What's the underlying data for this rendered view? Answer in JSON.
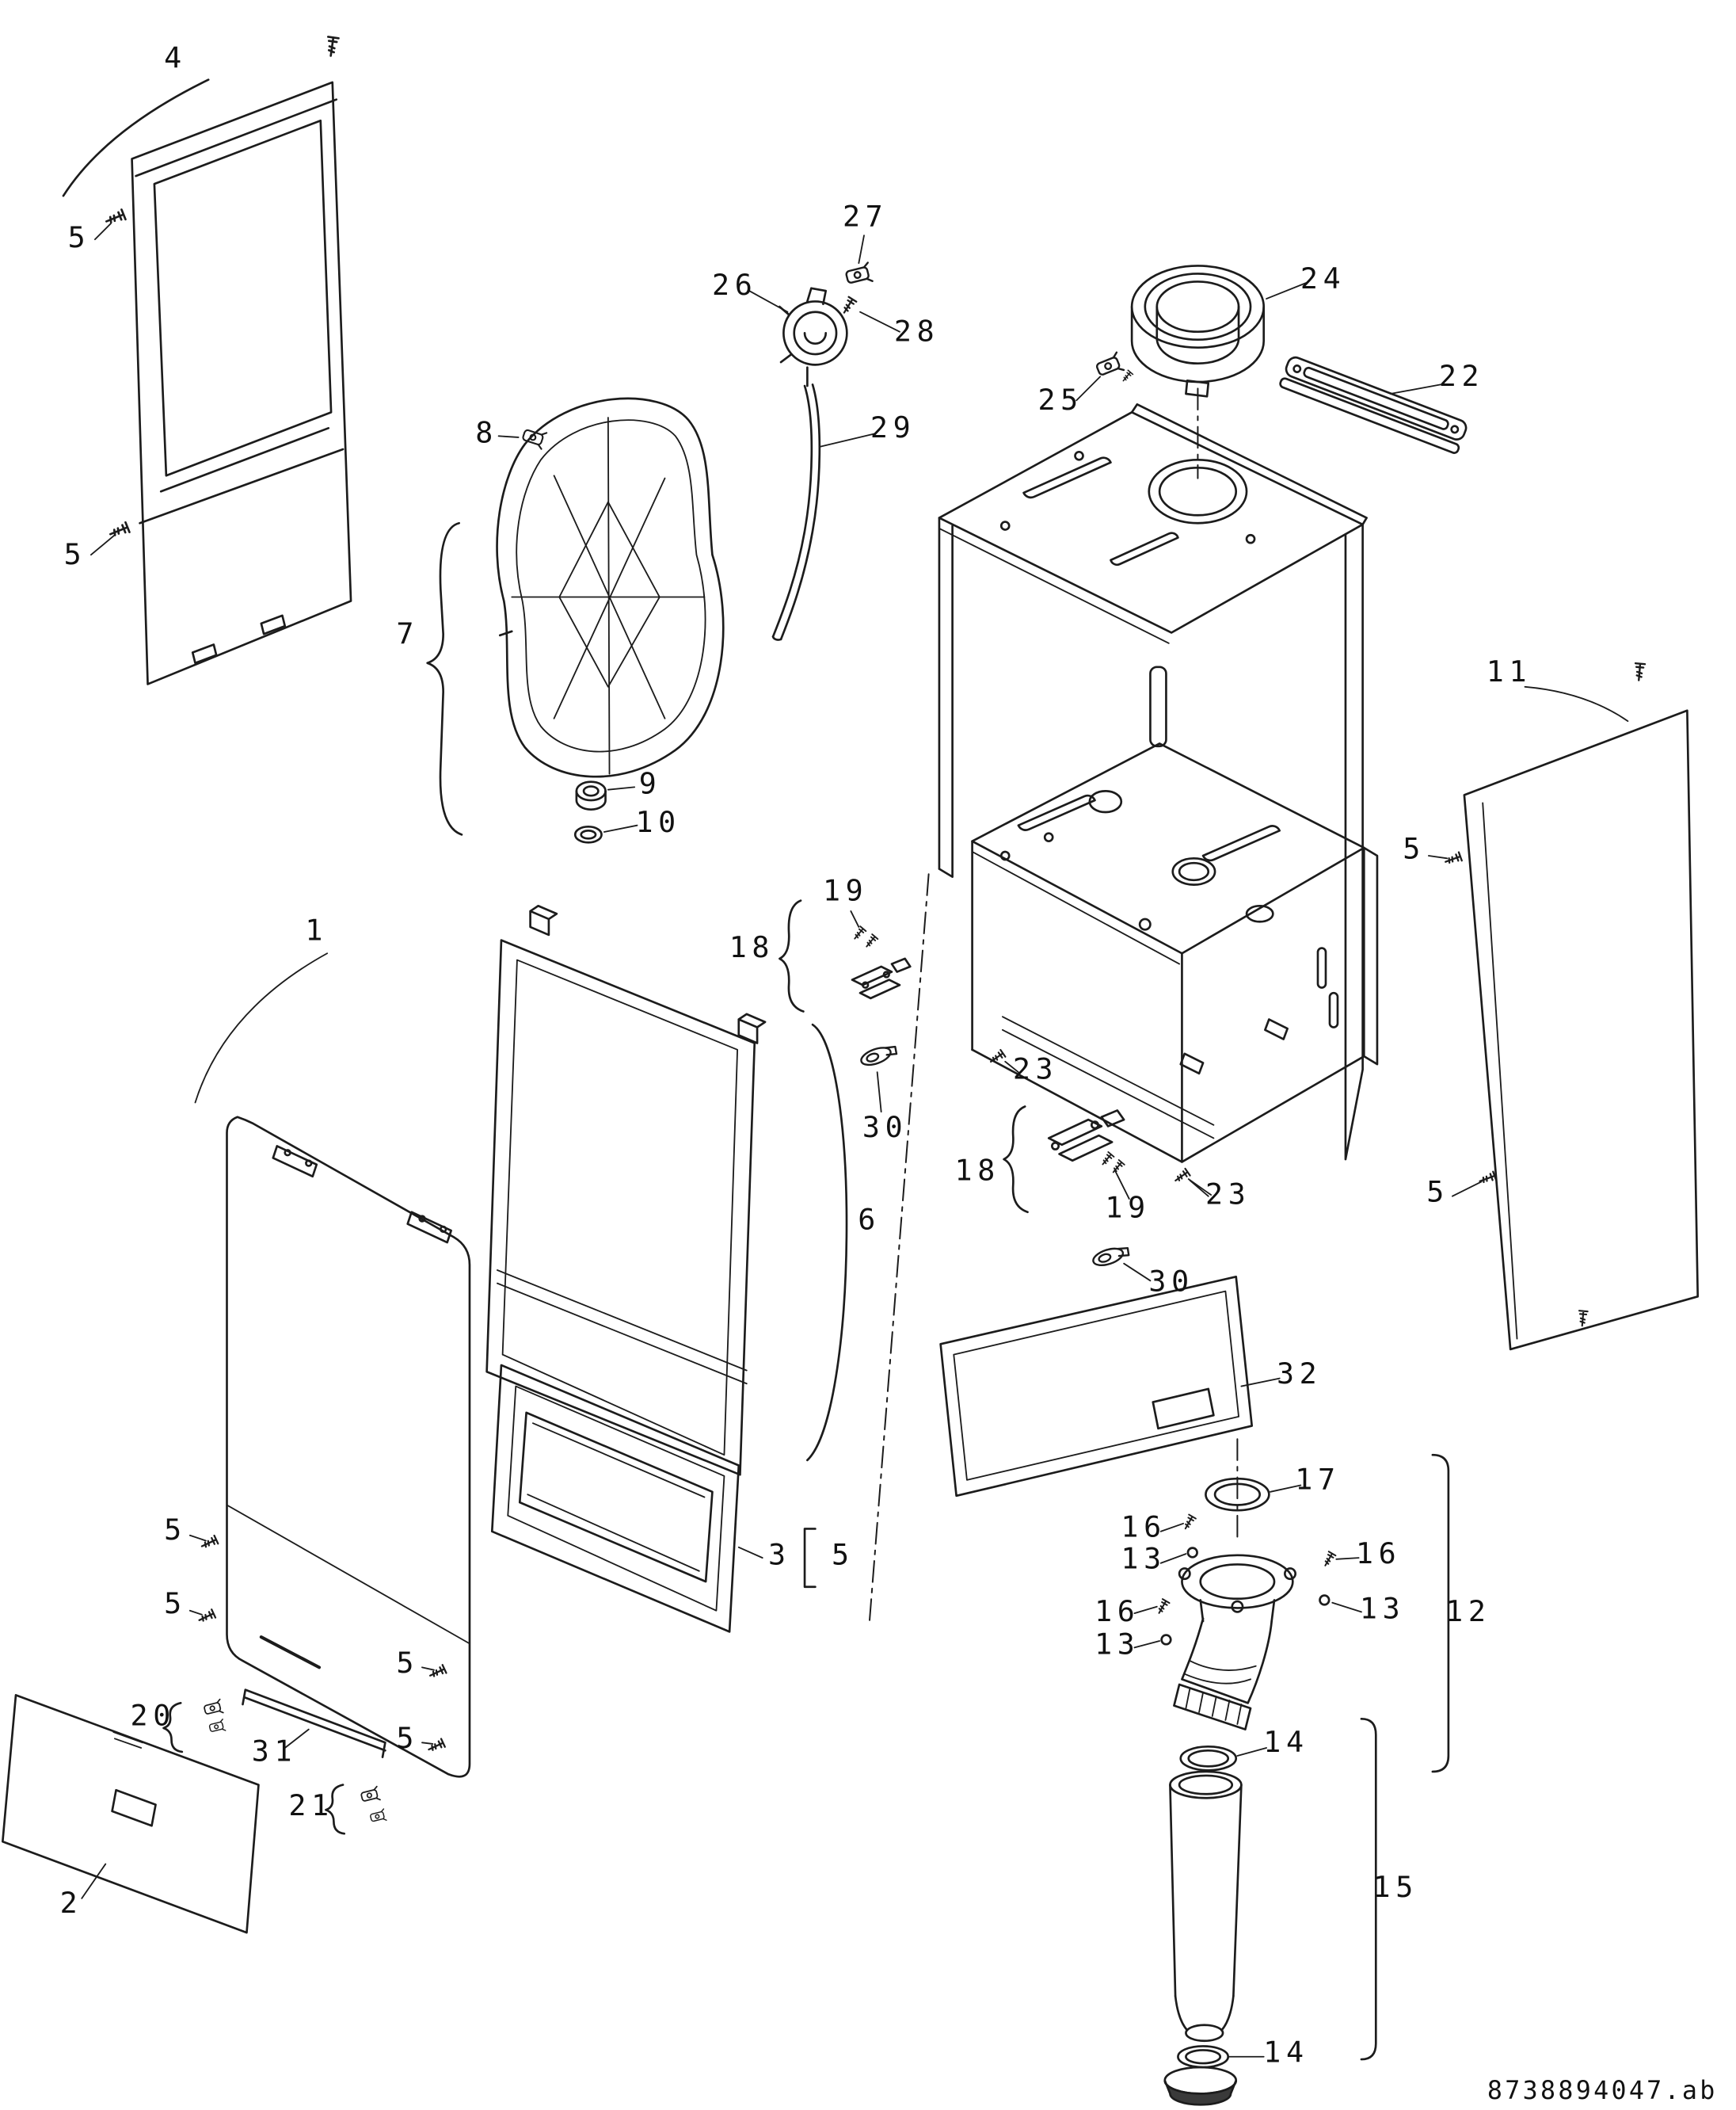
{
  "diagram": {
    "footer_code": "8738894047.ab",
    "part_labels": {
      "1": "1",
      "2": "2",
      "3": "3",
      "4": "4",
      "5": "5",
      "6": "6",
      "7": "7",
      "8": "8",
      "9": "9",
      "10": "10",
      "11": "11",
      "12": "12",
      "13": "13",
      "14": "14",
      "15": "15",
      "16": "16",
      "17": "17",
      "18": "18",
      "19": "19",
      "20": "20",
      "21": "21",
      "22": "22",
      "23": "23",
      "24": "24",
      "25": "25",
      "26": "26",
      "27": "27",
      "28": "28",
      "29": "29",
      "30": "30",
      "31": "31",
      "32": "32"
    }
  }
}
